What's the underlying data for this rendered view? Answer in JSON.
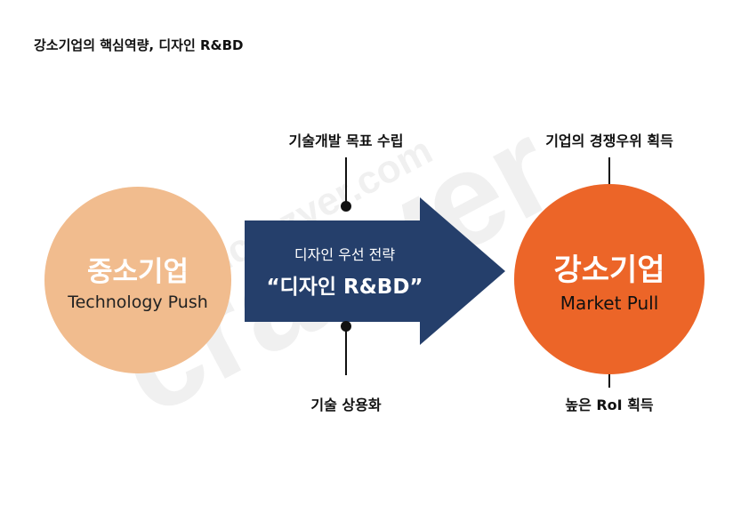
{
  "page": {
    "title": "강소기업의 핵심역량, 디자인 R&BD"
  },
  "left_circle": {
    "title": "중소기업",
    "subtitle": "Technology Push",
    "color": "#f1bc8e"
  },
  "arrow": {
    "line1": "디자인 우선 전략",
    "line2": "“디자인 R&BD”",
    "color": "#253f6b"
  },
  "right_circle": {
    "title": "강소기업",
    "subtitle": "Market Pull",
    "color": "#ec6528"
  },
  "labels": {
    "arrow_top": "기술개발 목표 수립",
    "arrow_bottom": "기술 상용화",
    "right_top": "기업의 경쟁우위 획득",
    "right_bottom": "높은 RoI 획득"
  },
  "watermark": {
    "small": "www.idcrazyer.com",
    "large": "crazyer"
  }
}
